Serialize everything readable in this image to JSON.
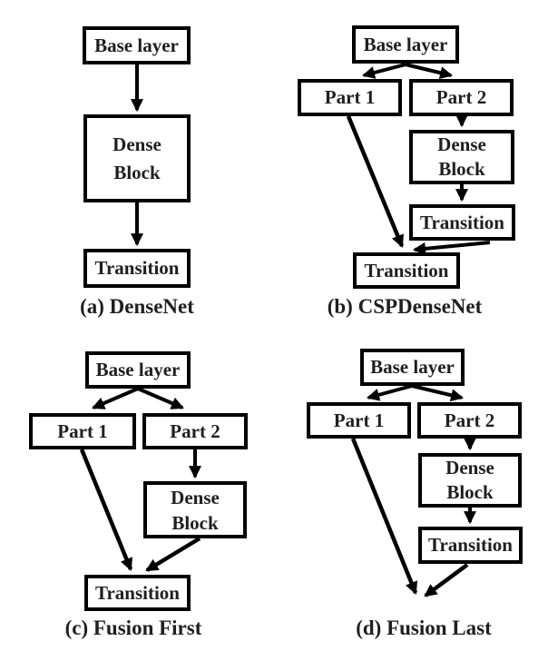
{
  "figure": {
    "background": "#ffffff",
    "line_color": "#000000",
    "text_color": "#1f1f1f"
  },
  "panels": [
    {
      "key": "a",
      "caption": "(a) DenseNet",
      "nodes": {
        "base": {
          "label": "Base layer"
        },
        "dense": {
          "label": "Dense Block"
        },
        "transition": {
          "label": "Transition"
        }
      },
      "edges": [
        "base->dense",
        "dense->transition"
      ]
    },
    {
      "key": "b",
      "caption": "(b) CSPDenseNet",
      "nodes": {
        "base": {
          "label": "Base layer"
        },
        "part1": {
          "label": "Part 1"
        },
        "part2": {
          "label": "Part 2"
        },
        "dense": {
          "label": "Dense Block"
        },
        "transition1": {
          "label": "Transition"
        },
        "transition2": {
          "label": "Transition"
        }
      },
      "edges": [
        "base->part1",
        "base->part2",
        "part2->dense",
        "dense->transition1",
        "part1->transition2",
        "transition1->transition2"
      ]
    },
    {
      "key": "c",
      "caption": "(c) Fusion First",
      "nodes": {
        "base": {
          "label": "Base layer"
        },
        "part1": {
          "label": "Part 1"
        },
        "part2": {
          "label": "Part 2"
        },
        "dense": {
          "label": "Dense Block"
        },
        "transition": {
          "label": "Transition"
        }
      },
      "edges": [
        "base->part1",
        "base->part2",
        "part2->dense",
        "part1->transition",
        "dense->transition"
      ]
    },
    {
      "key": "d",
      "caption": "(d) Fusion Last",
      "nodes": {
        "base": {
          "label": "Base layer"
        },
        "part1": {
          "label": "Part 1"
        },
        "part2": {
          "label": "Part 2"
        },
        "dense": {
          "label": "Dense Block"
        },
        "transition": {
          "label": "Transition"
        }
      },
      "edges": [
        "base->part1",
        "base->part2",
        "part2->dense",
        "dense->transition",
        "part1->output",
        "transition->output"
      ]
    }
  ]
}
